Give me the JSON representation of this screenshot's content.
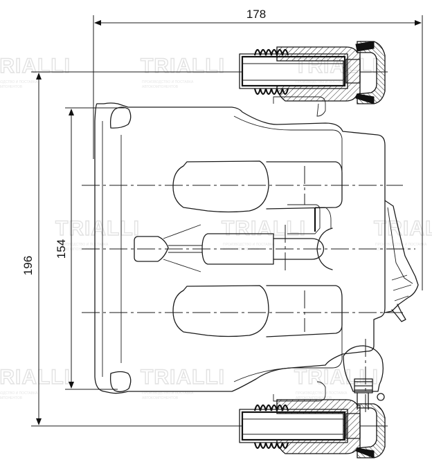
{
  "dimensions": {
    "overall_width": "178",
    "overall_height": "196",
    "bolt_spacing": "154"
  },
  "watermark": {
    "brand": "TRIALLI",
    "sub_line_1": "ПРОИЗВОДСТВО И ПОСТАВКА",
    "sub_line_2": "АВТОКОМПОНЕНТОВ"
  },
  "colors": {
    "line": "#1a1a1a",
    "watermark": "#e2e2e2",
    "background": "#ffffff"
  }
}
